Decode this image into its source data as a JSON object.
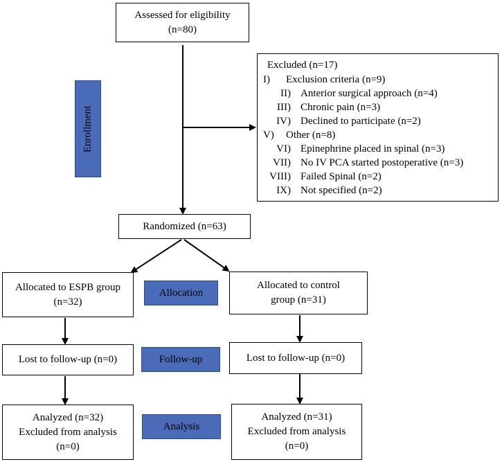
{
  "assessed": {
    "line1": "Assessed for eligibility",
    "line2": "(n=80)"
  },
  "excluded": {
    "title": "Excluded (n=17)",
    "items": [
      {
        "num": "I)",
        "text": "Exclusion criteria (n=9)"
      },
      {
        "num": "II)",
        "text": "Anterior surgical approach (n=4)"
      },
      {
        "num": "III)",
        "text": "Chronic pain (n=3)"
      },
      {
        "num": "IV)",
        "text": "Declined to participate (n=2)"
      },
      {
        "num": "V)",
        "text": "Other (n=8)"
      },
      {
        "num": "VI)",
        "text": "Epinephrine placed in spinal (n=3)"
      },
      {
        "num": "VII)",
        "text": "No IV PCA started postoperative (n=3)"
      },
      {
        "num": "VIII)",
        "text": "Failed Spinal (n=2)"
      },
      {
        "num": "IX)",
        "text": "Not specified (n=2)"
      }
    ]
  },
  "randomized": "Randomized (n=63)",
  "stages": {
    "enrollment": "Enrollment",
    "allocation": "Allocation",
    "followup": "Follow-up",
    "analysis": "Analysis"
  },
  "left": {
    "alloc_line1": "Allocated to ESPB group",
    "alloc_line2": "(n=32)",
    "lost": "Lost to follow-up (n=0)",
    "analyzed_line1": "Analyzed (n=32)",
    "analyzed_line2": "Excluded from analysis",
    "analyzed_line3": "(n=0)"
  },
  "right": {
    "alloc_line1": "Allocated to control",
    "alloc_line2": "group (n=31)",
    "lost": "Lost to follow-up (n=0)",
    "analyzed_line1": "Analyzed (n=31)",
    "analyzed_line2": "Excluded from analysis",
    "analyzed_line3": "(n=0)"
  },
  "colors": {
    "stage_fill": "#4a6bb8",
    "line": "#000000"
  }
}
